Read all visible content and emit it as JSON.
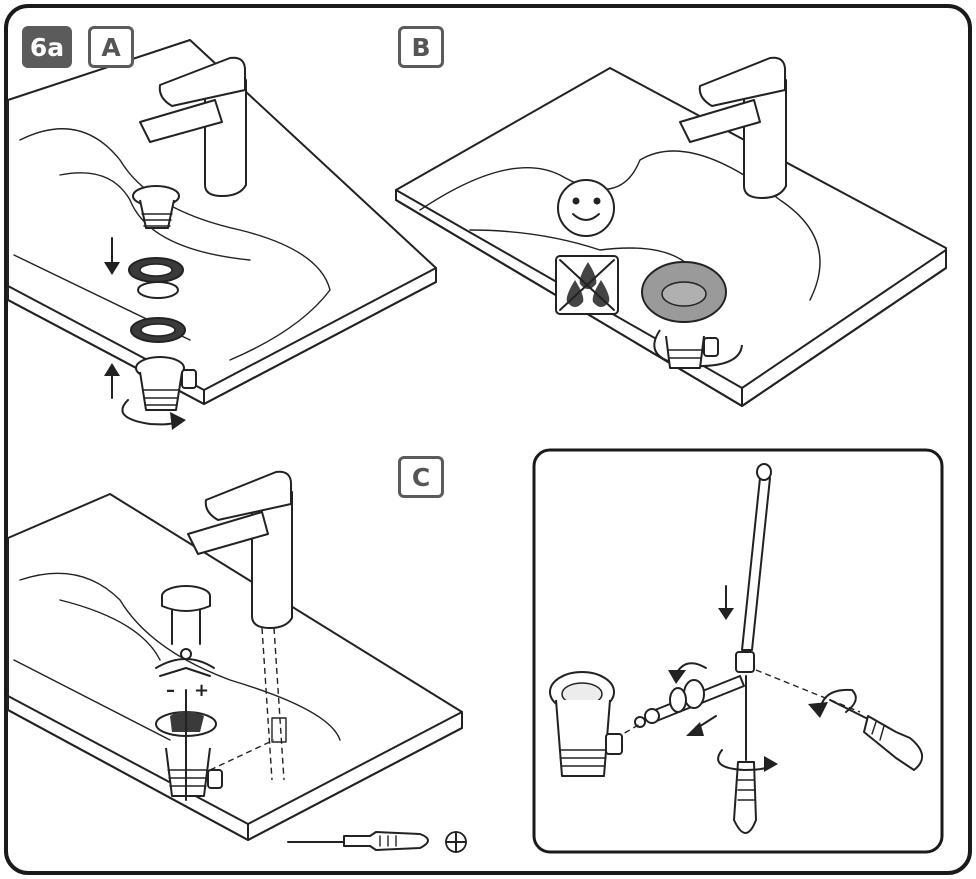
{
  "figure": {
    "step_label": "6a",
    "panels": [
      {
        "label": "A"
      },
      {
        "label": "B"
      },
      {
        "label": "C"
      }
    ],
    "adjust_minus": "–",
    "adjust_plus": "+",
    "colors": {
      "frame": "#1a1a1a",
      "badge_dark": "#5b5b5b",
      "seal_gray": "#8a8a8a",
      "stopper_gray": "#9a9a9a"
    },
    "icons": [
      "smiley-icon",
      "no-drip-icon",
      "screwdriver-icon",
      "phillips-icon"
    ]
  }
}
